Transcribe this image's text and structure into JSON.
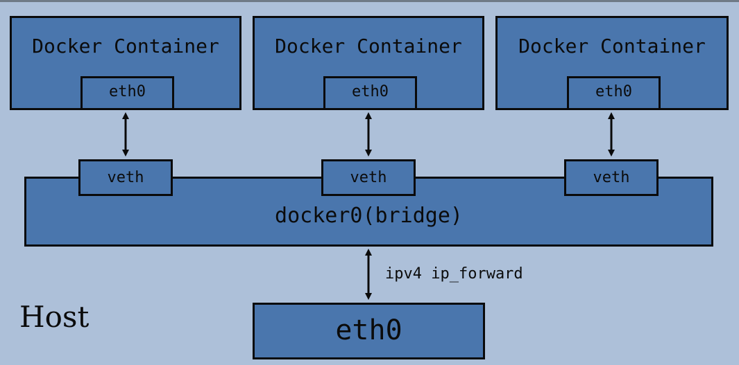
{
  "containers": [
    {
      "title": "Docker Container",
      "interface": "eth0"
    },
    {
      "title": "Docker Container",
      "interface": "eth0"
    },
    {
      "title": "Docker Container",
      "interface": "eth0"
    }
  ],
  "veths": [
    {
      "label": "veth"
    },
    {
      "label": "veth"
    },
    {
      "label": "veth"
    }
  ],
  "bridge": {
    "label": "docker0(bridge)"
  },
  "forwarding": {
    "label": "ipv4 ip_forward"
  },
  "host": {
    "label": "Host",
    "interface": "eth0"
  },
  "colors": {
    "background": "#adc0d9",
    "box_fill": "#4a76ad",
    "outline": "#0a0a0a"
  }
}
